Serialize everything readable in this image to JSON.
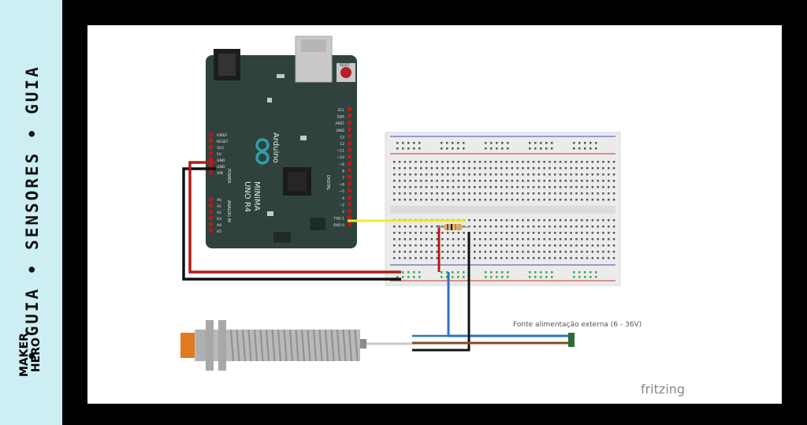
{
  "sidebar": {
    "vertical_text": "• GUIA • SENSORES • GUIA",
    "logo_text": "MAKER HERO",
    "background_color": "#cdeef3"
  },
  "diagram": {
    "arduino_brand": "Arduino",
    "arduino_model_line1": "UNO R4",
    "arduino_model_line2": "MINIMA",
    "reset_label": "RESET",
    "power_label": "POWER",
    "analog_label": "ANALOG IN",
    "digital_label": "DIGITAL",
    "left_pins": [
      "IOREF",
      "RESET",
      "3V3",
      "5V",
      "GND",
      "GND",
      "VIN"
    ],
    "analog_pins": [
      "A0",
      "A1",
      "A2",
      "A3",
      "A4",
      "A5"
    ],
    "right_pins": [
      "SCL",
      "SDA",
      "AREF",
      "GND",
      "13",
      "12",
      "~11",
      "~10",
      "~9",
      "8",
      "7",
      "~6",
      "~5",
      "4",
      "~3",
      "2",
      "TXD 1",
      "RXD 0"
    ],
    "supply_label": "Fonte alimentação externa (6 - 36V)",
    "software_label": "fritzing",
    "wire_colors": {
      "red": "#b01c1c",
      "black": "#111111",
      "yellow": "#f2e930",
      "blue": "#2a74c6",
      "brown": "#8a4a23"
    },
    "board_color": "#30423e"
  }
}
